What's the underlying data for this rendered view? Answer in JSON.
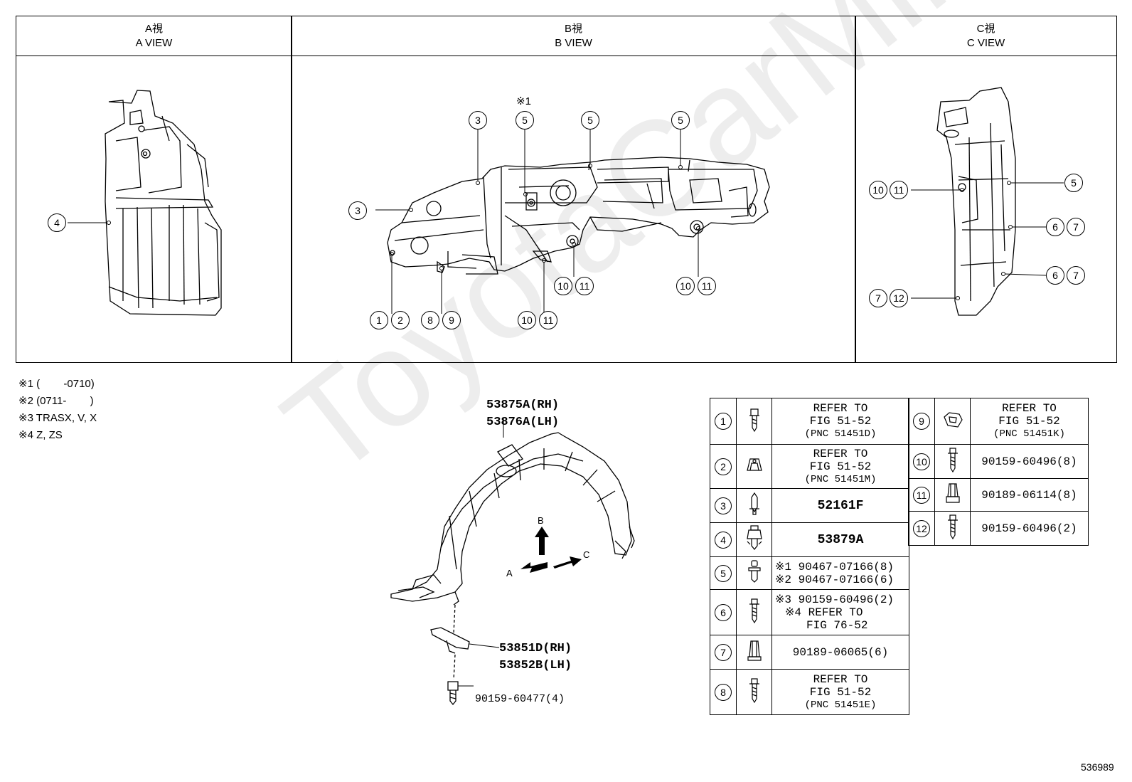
{
  "views": {
    "a": {
      "jp": "A視",
      "en": "A VIEW"
    },
    "b": {
      "jp": "B視",
      "en": "B VIEW"
    },
    "c": {
      "jp": "C視",
      "en": "C VIEW"
    }
  },
  "callouts": {
    "a_view": [
      "4"
    ],
    "b_view": [
      "3",
      "5",
      "5",
      "5",
      "3",
      "1",
      "2",
      "8",
      "9",
      "10",
      "11",
      "10",
      "11",
      "10",
      "11"
    ],
    "b_view_note": "※1",
    "c_view": [
      "10",
      "11",
      "5",
      "6",
      "7",
      "6",
      "7",
      "7",
      "12"
    ]
  },
  "notes": [
    "※1 (        -0710)",
    "※2 (0711-        )",
    "※3 TRASX, V, X",
    "※4 Z, ZS"
  ],
  "main_parts": {
    "liner_rh": "53875A(RH)",
    "liner_lh": "53876A(LH)",
    "bracket_rh": "53851D(RH)",
    "bracket_lh": "53852B(LH)",
    "bolt": "90159-60477(4)"
  },
  "direction_labels": {
    "a": "A",
    "b": "B",
    "c": "C"
  },
  "legend_left": [
    {
      "num": "1",
      "icon": "bolt-icon",
      "lines": [
        "REFER TO",
        "FIG 51-52",
        "(PNC 51451D)"
      ]
    },
    {
      "num": "2",
      "icon": "nut-clip-icon",
      "lines": [
        "REFER TO",
        "FIG 51-52",
        "(PNC 51451M)"
      ]
    },
    {
      "num": "3",
      "icon": "push-clip-icon",
      "lines": [
        "52161F"
      ]
    },
    {
      "num": "4",
      "icon": "screw-grommet-icon",
      "lines": [
        "53879A"
      ]
    },
    {
      "num": "5",
      "icon": "rivet-clip-icon",
      "lines": [
        "※1 90467-07166(8)",
        "※2 90467-07166(6)"
      ]
    },
    {
      "num": "6",
      "icon": "screw-icon",
      "lines": [
        "※3 90159-60496(2)",
        "※4 REFER TO",
        "FIG 76-52"
      ]
    },
    {
      "num": "7",
      "icon": "clip-icon",
      "lines": [
        "90189-06065(6)"
      ]
    },
    {
      "num": "8",
      "icon": "screw-icon",
      "lines": [
        "REFER TO",
        "FIG 51-52",
        "(PNC 51451E)"
      ]
    }
  ],
  "legend_right": [
    {
      "num": "9",
      "icon": "nut-clip-icon",
      "lines": [
        "REFER TO",
        "FIG 51-52",
        "(PNC 51451K)"
      ]
    },
    {
      "num": "10",
      "icon": "screw-icon",
      "lines": [
        "90159-60496(8)"
      ]
    },
    {
      "num": "11",
      "icon": "clip-icon",
      "lines": [
        "90189-06114(8)"
      ]
    },
    {
      "num": "12",
      "icon": "screw-icon",
      "lines": [
        "90159-60496(2)"
      ]
    }
  ],
  "watermark": "ToyotaCarMine.ru",
  "figure_number": "536989"
}
